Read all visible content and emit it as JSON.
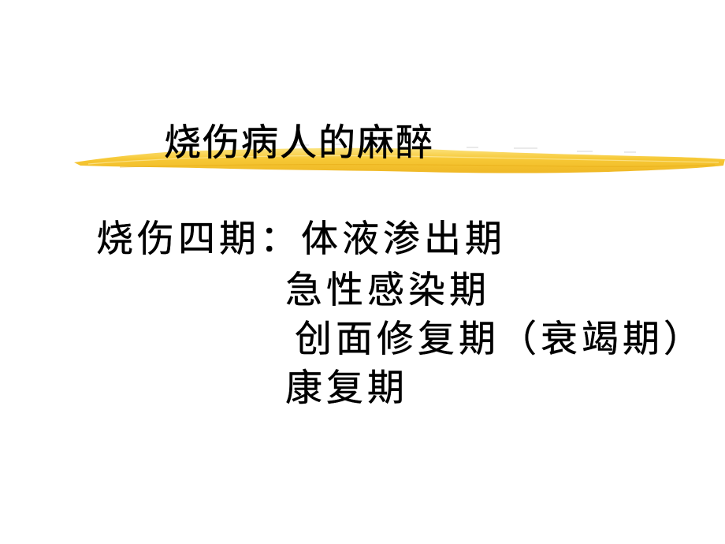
{
  "slide": {
    "title": "烧伤病人的麻醉",
    "accent_color": "#f5c518",
    "stages_label": "烧伤四期：",
    "stages": [
      "体液渗出期",
      "急性感染期",
      "创面修复期（衰竭期）",
      "康复期"
    ]
  }
}
